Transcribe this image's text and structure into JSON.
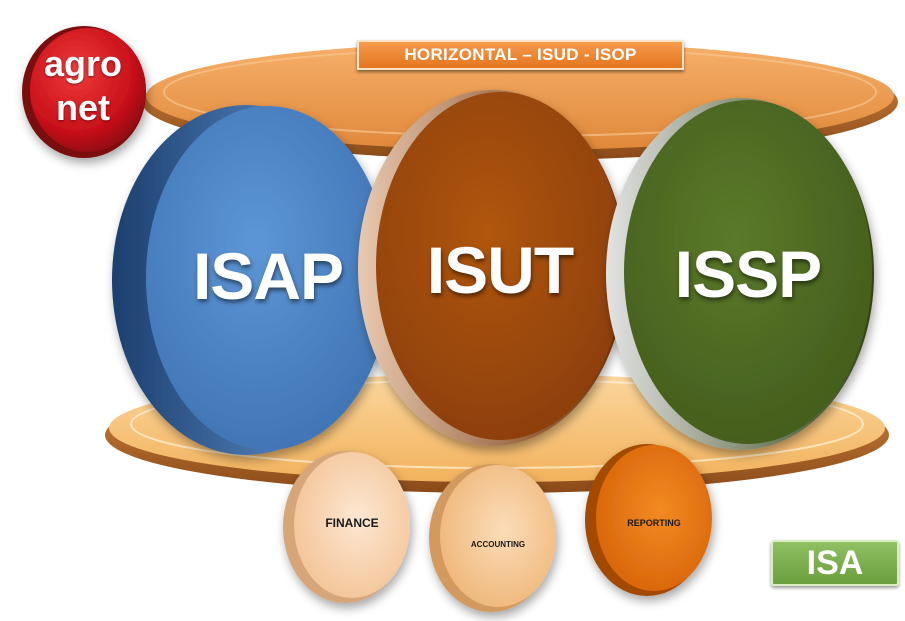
{
  "banner": {
    "label": "HORIZONTAL – ISUD - ISOP"
  },
  "logo": {
    "line1": "agro",
    "line2": "net"
  },
  "main_circles": [
    {
      "label": "ISAP",
      "color": "#4f86c6"
    },
    {
      "label": "ISUT",
      "color": "#a04a0a"
    },
    {
      "label": "ISSP",
      "color": "#4f6b22"
    }
  ],
  "small_circles": [
    {
      "label": "FINANCE",
      "color": "#f6cfaa"
    },
    {
      "label": "ACCOUNTING",
      "color": "#f3c191"
    },
    {
      "label": "REPORTING",
      "color": "#e8740f"
    }
  ],
  "badge": {
    "label": "ISA",
    "color": "#7cb14c"
  },
  "colors": {
    "platter": "#f2a055",
    "platter_rim": "#b46a2a",
    "logo": "#d0101a"
  }
}
